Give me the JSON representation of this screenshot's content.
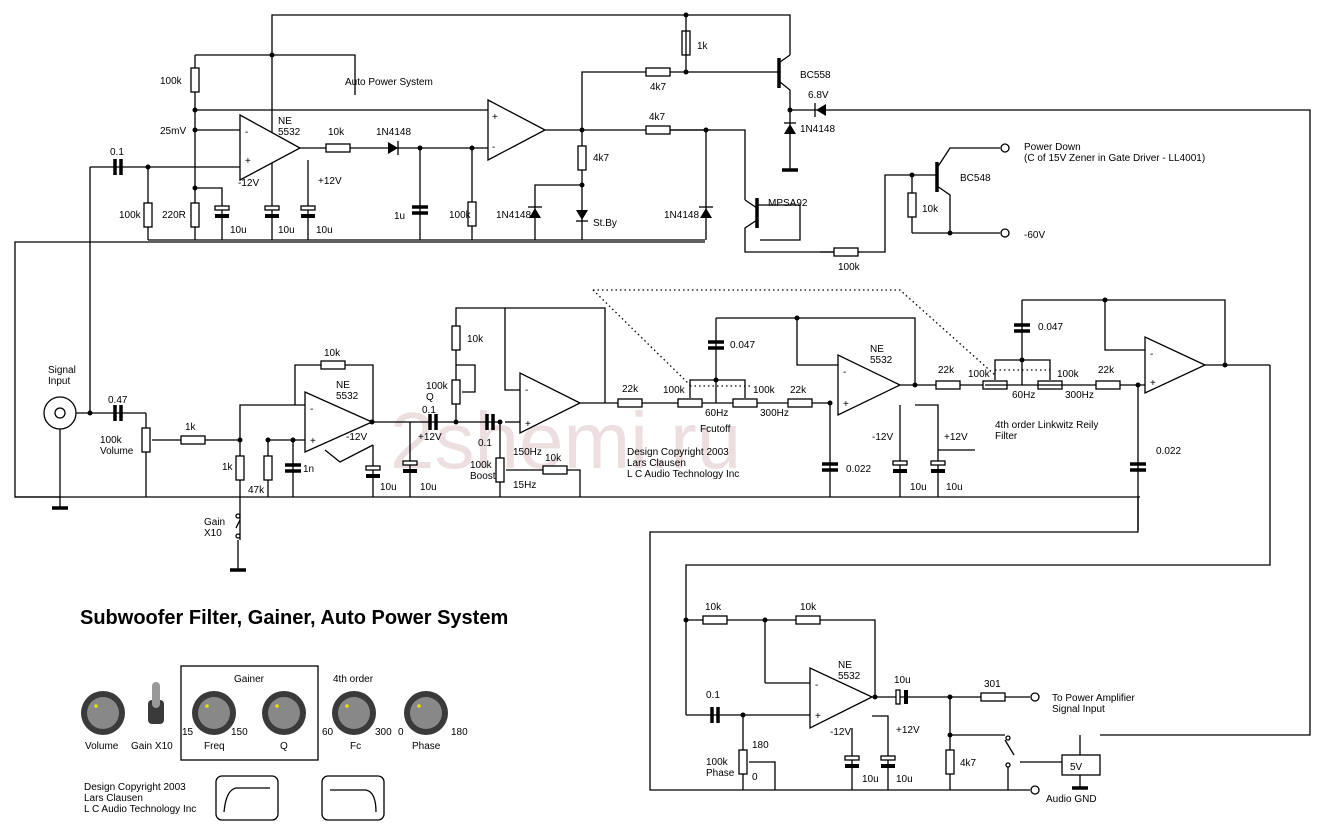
{
  "diagram": {
    "title": "Subwoofer Filter, Gainer, Auto Power System",
    "watermark": "2shemi.ru",
    "sections": {
      "auto_power": "Auto Power System",
      "filter": "4th order Linkwitz Reily\nFilter"
    },
    "copyright": {
      "center": "Design Copyright 2003\nLars Clausen\nL C Audio Technology Inc",
      "bottom": "Design Copyright 2003\nLars Clausen\nL C Audio Technology Inc"
    },
    "io": {
      "signal_input": "Signal\nInput",
      "power_down": "Power Down\n(C of 15V Zener in Gate Driver - LL4001)",
      "minus_60v": "-60V",
      "to_amp": "To Power Amplifier\nSignal Input",
      "audio_gnd": "Audio GND",
      "supply_5v": "5V"
    },
    "transistors": {
      "bc558": "BC558",
      "mpsa92": "MPSA92",
      "bc548": "BC548"
    },
    "diodes": {
      "n4148": "1N4148",
      "zener": "6.8V",
      "led": "St.By"
    },
    "opamps": {
      "ne5532": "NE\n5532"
    },
    "rails": {
      "neg12": "-12V",
      "pos12": "+12V"
    },
    "values": {
      "r100k": "100k",
      "r10k": "10k",
      "r1k": "1k",
      "r4k7": "4k7",
      "r220": "220R",
      "r22k": "22k",
      "r47k": "47k",
      "r301": "301",
      "c0_1": "0.1",
      "c0_47": "0.47",
      "c0_047": "0.047",
      "c0_022": "0.022",
      "c10u": "10u",
      "c1u": "1u",
      "c1n": "1n",
      "v25mv": "25mV"
    },
    "pots": {
      "volume": "100k\nVolume",
      "q": "100k\nQ",
      "boost": "100k\nBoost",
      "phase": "100k\nPhase",
      "hz60": "60Hz",
      "hz300": "300Hz",
      "hz150": "150Hz",
      "hz15": "15Hz",
      "fcutoff": "Fcutoff",
      "deg180": "180",
      "deg0": "0",
      "gain": "Gain\nX10"
    },
    "panel": {
      "gainer": "Gainer",
      "order4": "4th order",
      "knobs": {
        "volume": "Volume",
        "gain": "Gain X10",
        "freq": "Freq",
        "q": "Q",
        "fc": "Fc",
        "phase": "Phase"
      },
      "scale": {
        "f15": "15",
        "f150": "150",
        "fc60": "60",
        "fc300": "300",
        "ph0": "0",
        "ph180": "180"
      }
    }
  }
}
